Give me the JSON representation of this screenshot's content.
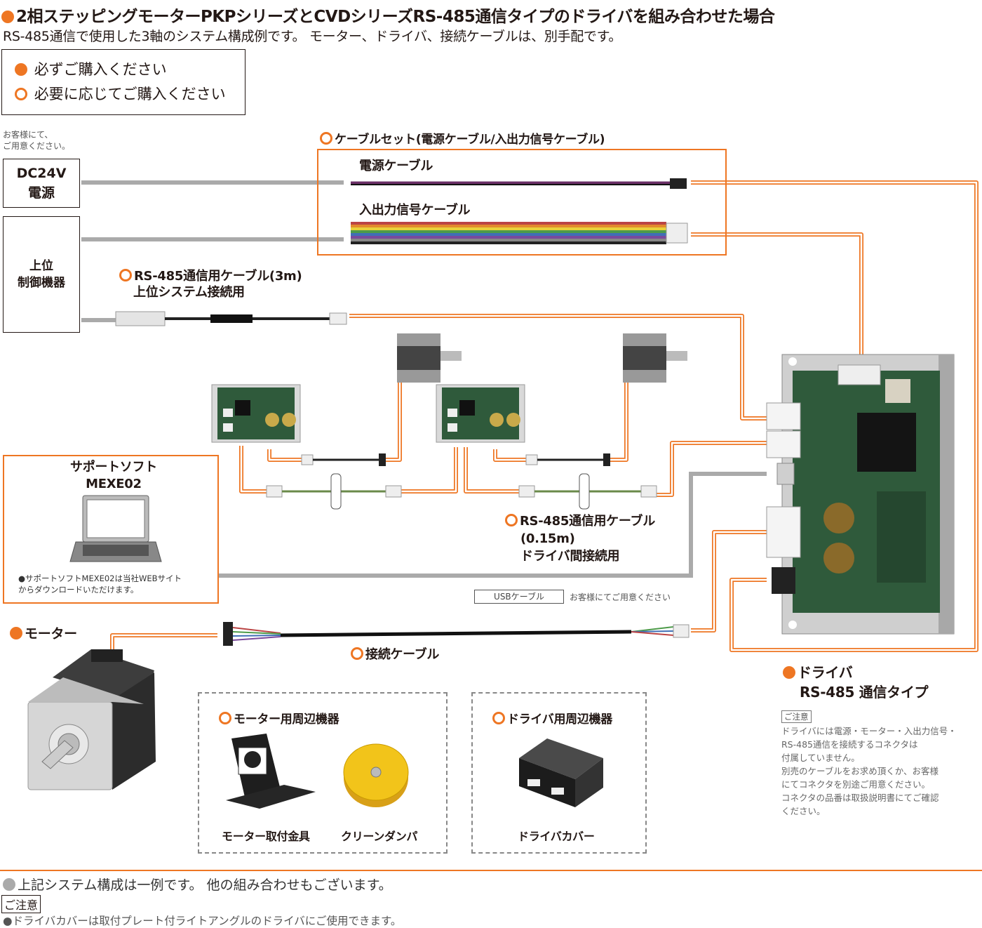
{
  "title": "2相ステッピングモーターPKPシリーズとCVDシリーズRS-485通信タイプのドライバを組み合わせた場合",
  "subtitle": "RS-485通信で使用した3軸のシステム構成例です。 モーター、ドライバ、接続ケーブルは、別手配です。",
  "legend": {
    "required": "必ずご購入ください",
    "optional": "必要に応じてご購入ください"
  },
  "customer_note": {
    "line1": "お客様にて、",
    "line2": "ご用意ください。"
  },
  "power_supply": {
    "line1": "DC24V",
    "line2": "電源"
  },
  "host": {
    "line1": "上位",
    "line2": "制御機器"
  },
  "cable_set": {
    "label": "ケーブルセット(電源ケーブル/入出力信号ケーブル)",
    "power": "電源ケーブル",
    "io": "入出力信号ケーブル"
  },
  "rs485_host": {
    "line1": "RS-485通信用ケーブル(3m)",
    "line2": "上位システム接続用"
  },
  "support_soft": {
    "line1": "サポートソフト",
    "line2": "MEXE02",
    "note1": "●サポートソフトMEXE02は当社WEBサイト",
    "note2": "からダウンロードいただけます。"
  },
  "rs485_driver": {
    "line1": "RS-485通信用ケーブル",
    "line2": "(0.15m)",
    "line3": "ドライバ間接続用"
  },
  "usb": {
    "label": "USBケーブル",
    "note": "お客様にてご用意ください"
  },
  "motor": {
    "label": "モーター"
  },
  "connection_cable": {
    "label": "接続ケーブル"
  },
  "driver": {
    "line1": "ドライバ",
    "line2": "RS-485 通信タイプ",
    "caution_tag": "ご注意",
    "notes": [
      "ドライバには電源・モーター・入出力信号・",
      "RS-485通信を接続するコネクタは",
      "付属していません。",
      "別売のケーブルをお求め頂くか、お客様",
      "にてコネクタを別途ご用意ください。",
      "コネクタの品番は取扱説明書にてご確認",
      "ください。"
    ]
  },
  "motor_peripherals": {
    "label": "モーター用周辺機器",
    "item1": "モーター取付金具",
    "item2": "クリーンダンパ"
  },
  "driver_peripherals": {
    "label": "ドライバ用周辺機器",
    "item1": "ドライバカバー"
  },
  "footer": {
    "line1": "上記システム構成は一例です。 他の組み合わせもございます。",
    "caution": "ご注意",
    "line2": "●ドライバカバーは取付プレート付ライトアングルのドライバにご使用できます。"
  },
  "colors": {
    "accent": "#ee7623",
    "pcb": "#2f5a3b",
    "cable_gray": "#aaaaaa",
    "text": "#231815"
  }
}
